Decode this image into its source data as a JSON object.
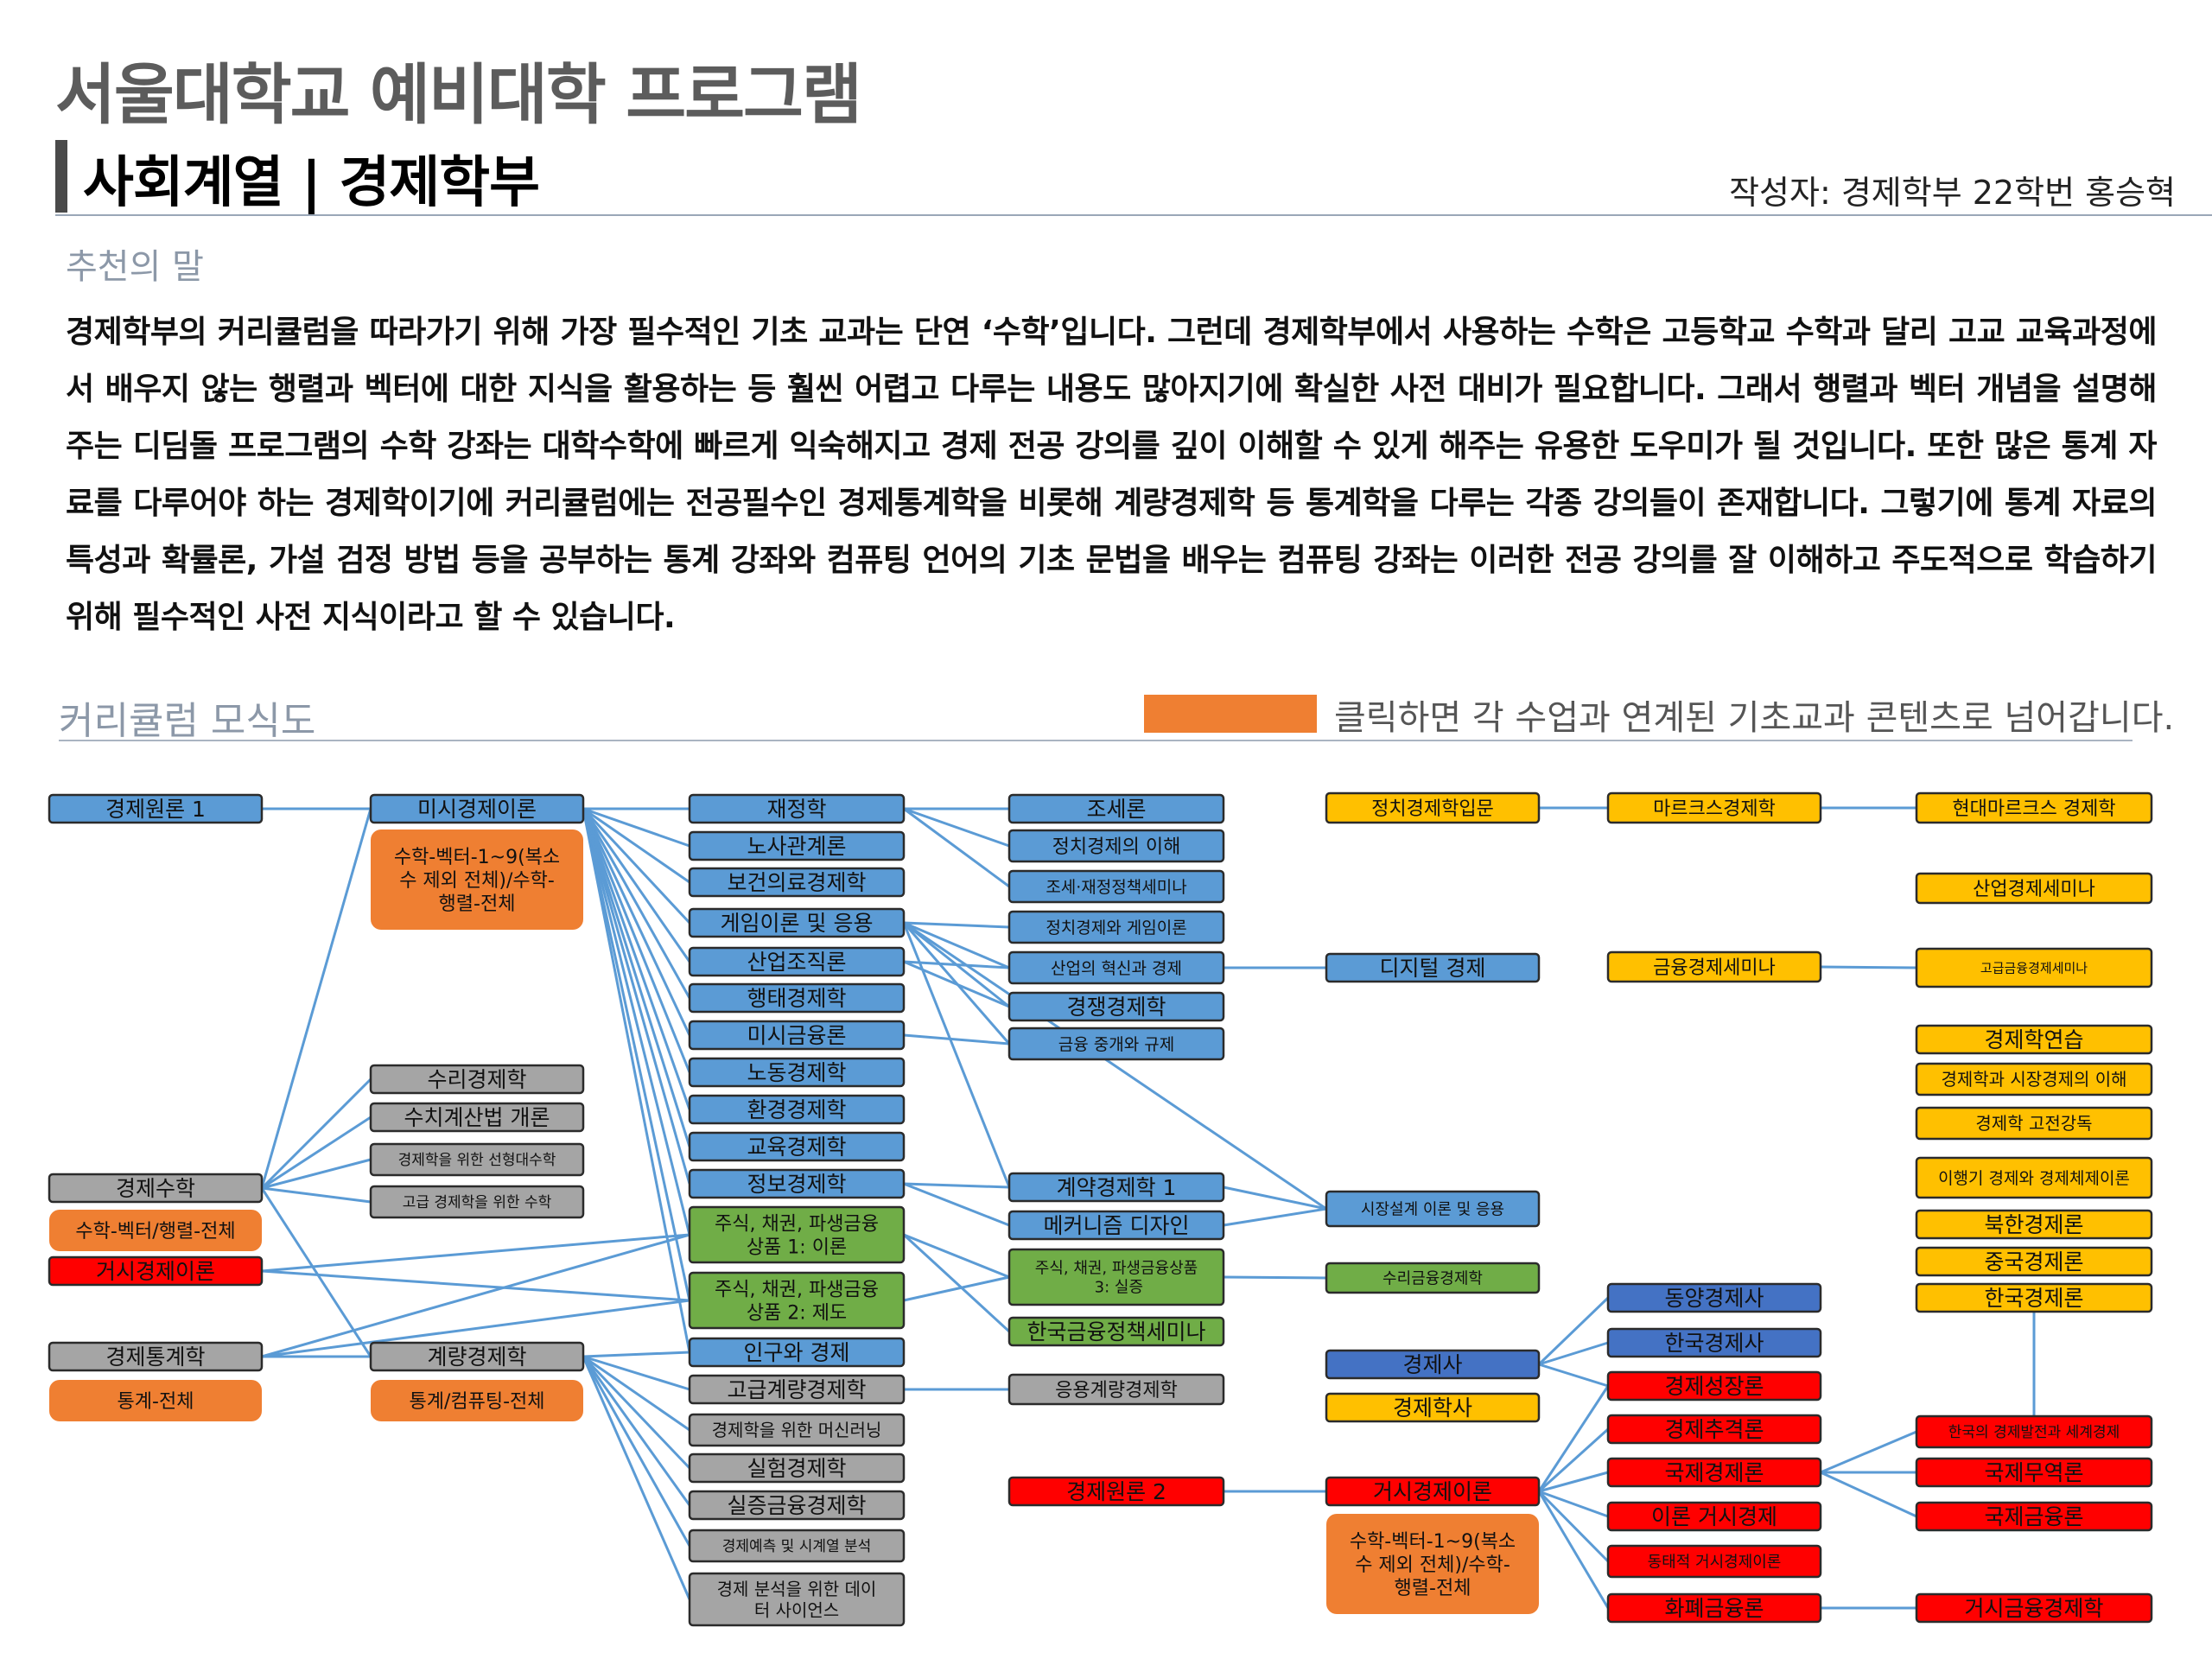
{
  "header": {
    "title": "서울대학교 예비대학 프로그램",
    "subtitle": "사회계열 | 경제학부",
    "author": "작성자: 경제학부 22학번 홍승혁"
  },
  "recommendation": {
    "heading": "추천의 말",
    "body": "경제학부의 커리큘럼을 따라가기 위해 가장 필수적인 기초 교과는 단연 ‘수학’입니다. 그런데 경제학부에서 사용하는 수학은 고등학교 수학과 달리 고교 교육과정에서 배우지 않는 행렬과 벡터에 대한 지식을 활용하는 등 훨씬 어렵고 다루는 내용도 많아지기에 확실한 사전 대비가 필요합니다. 그래서 행렬과 벡터 개념을 설명해주는 디딤돌 프로그램의 수학 강좌는 대학수학에 빠르게 익숙해지고 경제 전공 강의를 깊이 이해할 수 있게 해주는 유용한 도우미가 될 것입니다. 또한 많은 통계 자료를 다루어야 하는 경제학이기에 커리큘럼에는 전공필수인 경제통계학을 비롯해 계량경제학 등 통계학을 다루는 각종 강의들이 존재합니다. 그렇기에 통계 자료의 특성과 확률론, 가설 검정 방법 등을 공부하는 통계 강좌와 컴퓨팅 언어의 기초 문법을 배우는 컴퓨팅 강좌는 이러한 전공 강의를 잘 이해하고 주도적으로 학습하기 위해 필수적인 사전 지식이라고 할 수 있습니다."
  },
  "curriculum": {
    "heading": "커리큘럼 모식도",
    "legend": "클릭하면 각 수업과 연계된 기초교과 콘텐츠로 넘어갑니다.",
    "colors": {
      "blue": "#5b9bd5",
      "gray": "#a5a5a5",
      "green": "#70ad47",
      "yellow": "#ffc000",
      "red": "#ff0000",
      "orange": "#ef7f32",
      "darkblue": "#4472c4",
      "line": "#5b9bd5"
    },
    "nodes": [
      {
        "id": "n1",
        "label": "경제원론 1",
        "type": "blue"
      },
      {
        "id": "n2",
        "label": "미시경제이론",
        "type": "blue"
      },
      {
        "id": "o1",
        "label": "수학-벡터-1~9(복소수 제외 전체)/수학-행렬-전체",
        "type": "orange"
      },
      {
        "id": "n3",
        "label": "수리경제학",
        "type": "gray"
      },
      {
        "id": "n4",
        "label": "수치계산법 개론",
        "type": "gray"
      },
      {
        "id": "n5",
        "label": "경제학을 위한 선형대수학",
        "type": "gray"
      },
      {
        "id": "n6",
        "label": "고급 경제학을 위한 수학",
        "type": "gray"
      },
      {
        "id": "n7",
        "label": "경제수학",
        "type": "gray"
      },
      {
        "id": "o2",
        "label": "수학-벡터/행렬-전체",
        "type": "orange"
      },
      {
        "id": "n8",
        "label": "거시경제이론",
        "type": "red"
      },
      {
        "id": "n9",
        "label": "경제통계학",
        "type": "gray"
      },
      {
        "id": "o3",
        "label": "통계-전체",
        "type": "orange"
      },
      {
        "id": "n10",
        "label": "계량경제학",
        "type": "gray"
      },
      {
        "id": "o4",
        "label": "통계/컴퓨팅-전체",
        "type": "orange"
      },
      {
        "id": "c1",
        "label": "재정학",
        "type": "blue"
      },
      {
        "id": "c2",
        "label": "노사관계론",
        "type": "blue"
      },
      {
        "id": "c3",
        "label": "보건의료경제학",
        "type": "blue"
      },
      {
        "id": "c4",
        "label": "게임이론 및 응용",
        "type": "blue"
      },
      {
        "id": "c5",
        "label": "산업조직론",
        "type": "blue"
      },
      {
        "id": "c6",
        "label": "행태경제학",
        "type": "blue"
      },
      {
        "id": "c7",
        "label": "미시금융론",
        "type": "blue"
      },
      {
        "id": "c8",
        "label": "노동경제학",
        "type": "blue"
      },
      {
        "id": "c9",
        "label": "환경경제학",
        "type": "blue"
      },
      {
        "id": "c10",
        "label": "교육경제학",
        "type": "blue"
      },
      {
        "id": "c11",
        "label": "정보경제학",
        "type": "blue"
      },
      {
        "id": "c12",
        "label": "주식, 채권, 파생금융상품 1: 이론",
        "type": "green"
      },
      {
        "id": "c13",
        "label": "주식, 채권, 파생금융상품 2: 제도",
        "type": "green"
      },
      {
        "id": "c14",
        "label": "인구와 경제",
        "type": "blue"
      },
      {
        "id": "c15",
        "label": "고급계량경제학",
        "type": "gray"
      },
      {
        "id": "c16",
        "label": "경제학을 위한 머신러닝",
        "type": "gray"
      },
      {
        "id": "c17",
        "label": "실험경제학",
        "type": "gray"
      },
      {
        "id": "c18",
        "label": "실증금융경제학",
        "type": "gray"
      },
      {
        "id": "c19",
        "label": "경제예측 및 시계열 분석",
        "type": "gray"
      },
      {
        "id": "c20",
        "label": "경제 분석을 위한 데이터 사이언스",
        "type": "gray"
      },
      {
        "id": "d1",
        "label": "조세론",
        "type": "blue"
      },
      {
        "id": "d2",
        "label": "정치경제의 이해",
        "type": "blue"
      },
      {
        "id": "d3",
        "label": "조세·재정정책세미나",
        "type": "blue"
      },
      {
        "id": "d4",
        "label": "정치경제와 게임이론",
        "type": "blue"
      },
      {
        "id": "d5",
        "label": "산업의 혁신과 경제",
        "type": "blue"
      },
      {
        "id": "d6",
        "label": "경쟁경제학",
        "type": "blue"
      },
      {
        "id": "d7",
        "label": "금융 중개와 규제",
        "type": "blue"
      },
      {
        "id": "d8",
        "label": "계약경제학 1",
        "type": "blue"
      },
      {
        "id": "d9",
        "label": "메커니즘 디자인",
        "type": "blue"
      },
      {
        "id": "d10",
        "label": "주식, 채권, 파생금융상품 3: 실증",
        "type": "green"
      },
      {
        "id": "d11",
        "label": "한국금융정책세미나",
        "type": "green"
      },
      {
        "id": "d12",
        "label": "응용계량경제학",
        "type": "gray"
      },
      {
        "id": "d13",
        "label": "경제원론 2",
        "type": "red"
      },
      {
        "id": "e1",
        "label": "정치경제학입문",
        "type": "yellow"
      },
      {
        "id": "e2",
        "label": "디지털 경제",
        "type": "blue"
      },
      {
        "id": "e3",
        "label": "시장설계 이론 및 응용",
        "type": "blue"
      },
      {
        "id": "e4",
        "label": "수리금융경제학",
        "type": "green"
      },
      {
        "id": "e5",
        "label": "경제사",
        "type": "darkblue"
      },
      {
        "id": "e6",
        "label": "경제학사",
        "type": "yellow"
      },
      {
        "id": "e7",
        "label": "거시경제이론",
        "type": "red"
      },
      {
        "id": "o5",
        "label": "수학-벡터-1~9(복소수 제외 전체)/수학-행렬-전체",
        "type": "orange"
      },
      {
        "id": "f1",
        "label": "마르크스경제학",
        "type": "yellow"
      },
      {
        "id": "f2",
        "label": "금융경제세미나",
        "type": "yellow"
      },
      {
        "id": "f3",
        "label": "동양경제사",
        "type": "darkblue"
      },
      {
        "id": "f4",
        "label": "한국경제사",
        "type": "darkblue"
      },
      {
        "id": "f5",
        "label": "경제성장론",
        "type": "red"
      },
      {
        "id": "f6",
        "label": "경제추격론",
        "type": "red"
      },
      {
        "id": "f7",
        "label": "국제경제론",
        "type": "red"
      },
      {
        "id": "f8",
        "label": "이론 거시경제",
        "type": "red"
      },
      {
        "id": "f9",
        "label": "동태적 거시경제이론",
        "type": "red"
      },
      {
        "id": "f10",
        "label": "화폐금융론",
        "type": "red"
      },
      {
        "id": "g1",
        "label": "현대마르크스 경제학",
        "type": "yellow"
      },
      {
        "id": "g2",
        "label": "산업경제세미나",
        "type": "yellow"
      },
      {
        "id": "g3",
        "label": "고급금융경제세미나",
        "type": "yellow"
      },
      {
        "id": "g4",
        "label": "경제학연습",
        "type": "yellow"
      },
      {
        "id": "g5",
        "label": "경제학과 시장경제의 이해",
        "type": "yellow"
      },
      {
        "id": "g6",
        "label": "경제학 고전강독",
        "type": "yellow"
      },
      {
        "id": "g7",
        "label": "이행기 경제와 경제체제이론",
        "type": "yellow"
      },
      {
        "id": "g8",
        "label": "북한경제론",
        "type": "yellow"
      },
      {
        "id": "g9",
        "label": "중국경제론",
        "type": "yellow"
      },
      {
        "id": "g10",
        "label": "한국경제론",
        "type": "yellow"
      },
      {
        "id": "g11",
        "label": "한국의 경제발전과 세계경제",
        "type": "red"
      },
      {
        "id": "g12",
        "label": "국제무역론",
        "type": "red"
      },
      {
        "id": "g13",
        "label": "국제금융론",
        "type": "red"
      },
      {
        "id": "g14",
        "label": "거시금융경제학",
        "type": "red"
      }
    ],
    "edges": [
      [
        "n1",
        "n2"
      ],
      [
        "n7",
        "n2"
      ],
      [
        "n7",
        "n3"
      ],
      [
        "n7",
        "n4"
      ],
      [
        "n7",
        "n5"
      ],
      [
        "n7",
        "n6"
      ],
      [
        "n7",
        "n10"
      ],
      [
        "n9",
        "n10"
      ],
      [
        "n9",
        "c12"
      ],
      [
        "n9",
        "c13"
      ],
      [
        "n8",
        "c12"
      ],
      [
        "n8",
        "c13"
      ],
      [
        "n2",
        "c1"
      ],
      [
        "n2",
        "c2"
      ],
      [
        "n2",
        "c3"
      ],
      [
        "n2",
        "c4"
      ],
      [
        "n2",
        "c5"
      ],
      [
        "n2",
        "c6"
      ],
      [
        "n2",
        "c7"
      ],
      [
        "n2",
        "c8"
      ],
      [
        "n2",
        "c9"
      ],
      [
        "n2",
        "c10"
      ],
      [
        "n2",
        "c11"
      ],
      [
        "n2",
        "c12"
      ],
      [
        "n2",
        "c13"
      ],
      [
        "n2",
        "c14"
      ],
      [
        "n10",
        "c14"
      ],
      [
        "n10",
        "c15"
      ],
      [
        "n10",
        "c16"
      ],
      [
        "n10",
        "c17"
      ],
      [
        "n10",
        "c18"
      ],
      [
        "n10",
        "c19"
      ],
      [
        "n10",
        "c20"
      ],
      [
        "c1",
        "d1"
      ],
      [
        "c1",
        "d2"
      ],
      [
        "c1",
        "d3"
      ],
      [
        "c4",
        "d4"
      ],
      [
        "c4",
        "d5"
      ],
      [
        "c4",
        "d6"
      ],
      [
        "c4",
        "d7"
      ],
      [
        "c4",
        "d8"
      ],
      [
        "c5",
        "d5"
      ],
      [
        "c5",
        "d6"
      ],
      [
        "c7",
        "d7"
      ],
      [
        "c11",
        "d8"
      ],
      [
        "c11",
        "d9"
      ],
      [
        "c12",
        "d10"
      ],
      [
        "c13",
        "d10"
      ],
      [
        "c12",
        "d11"
      ],
      [
        "c15",
        "d12"
      ],
      [
        "d5",
        "e2"
      ],
      [
        "d8",
        "e3"
      ],
      [
        "d9",
        "e3"
      ],
      [
        "c4",
        "e3"
      ],
      [
        "d10",
        "e4"
      ],
      [
        "d13",
        "e7"
      ],
      [
        "e1",
        "f1"
      ],
      [
        "f1",
        "g1"
      ],
      [
        "f2",
        "g3"
      ],
      [
        "e5",
        "f3"
      ],
      [
        "e5",
        "f4"
      ],
      [
        "e5",
        "f5"
      ],
      [
        "e7",
        "f5"
      ],
      [
        "e7",
        "f6"
      ],
      [
        "e7",
        "f7"
      ],
      [
        "e7",
        "f8"
      ],
      [
        "e7",
        "f9"
      ],
      [
        "e7",
        "f10"
      ],
      [
        "f7",
        "g11"
      ],
      [
        "f7",
        "g12"
      ],
      [
        "f7",
        "g13"
      ],
      [
        "f10",
        "g14"
      ],
      [
        "g10",
        "g11"
      ]
    ]
  }
}
